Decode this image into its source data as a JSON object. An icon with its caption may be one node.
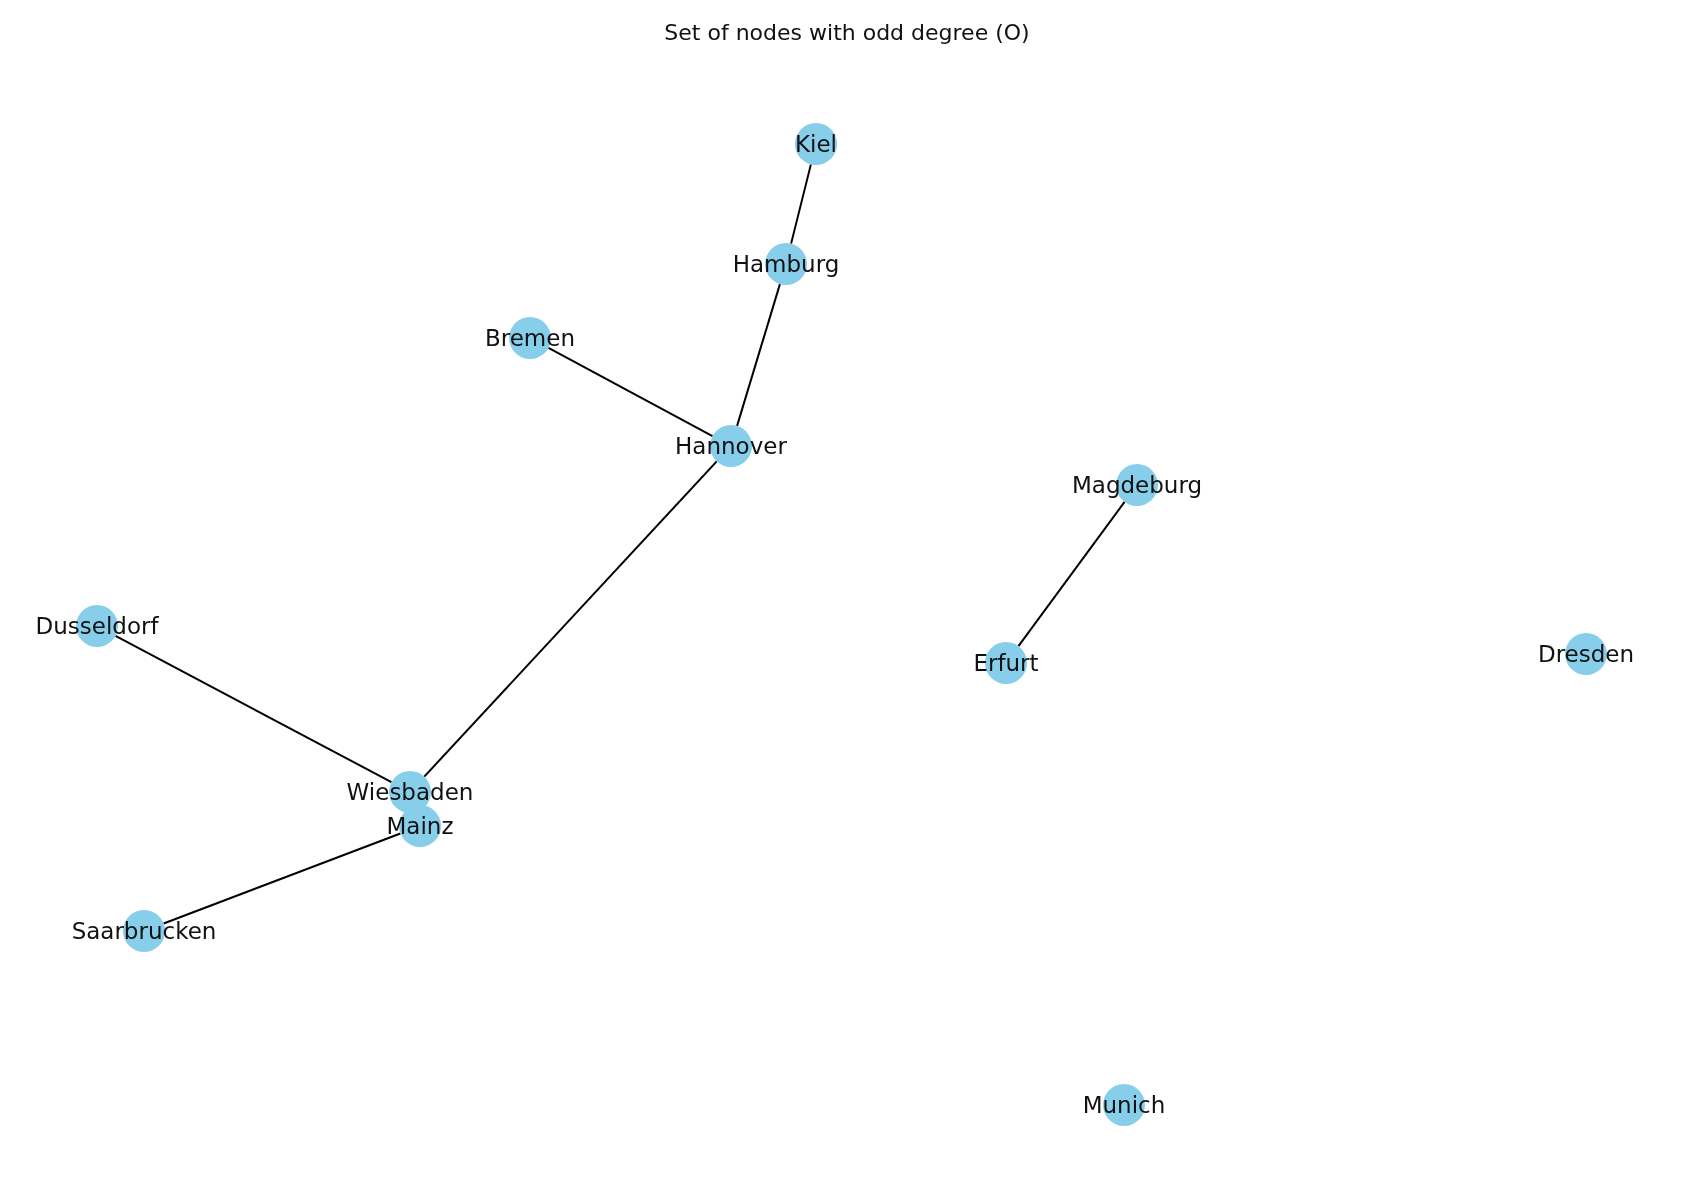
{
  "diagram": {
    "title": "Set of nodes with odd degree (O)",
    "nodes": [
      {
        "text": [
          "Kiel"
        ]
      },
      {
        "text": [
          "Hamburg"
        ]
      },
      {
        "text": [
          "Bremen"
        ]
      },
      {
        "text": [
          "Hannover"
        ]
      },
      {
        "text": [
          "Magdeburg"
        ]
      },
      {
        "text": [
          "Dusseldorf"
        ]
      },
      {
        "text": [
          "Erfurt"
        ]
      },
      {
        "text": [
          "Dresden"
        ]
      },
      {
        "text": [
          "Wiesbaden"
        ]
      },
      {
        "text": [
          "Mainz"
        ]
      },
      {
        "text": [
          "Saarbrucken"
        ]
      },
      {
        "text": [
          "Munich"
        ]
      }
    ],
    "edges": [
      {
        "from": 0,
        "to": 1,
        "arrow": "none"
      },
      {
        "from": 1,
        "to": 3,
        "arrow": "none"
      },
      {
        "from": 2,
        "to": 3,
        "arrow": "none"
      },
      {
        "from": 3,
        "to": 8,
        "arrow": "none"
      },
      {
        "from": 5,
        "to": 8,
        "arrow": "none"
      },
      {
        "from": 10,
        "to": 9,
        "arrow": "none"
      },
      {
        "from": 4,
        "to": 6,
        "arrow": "none"
      }
    ]
  }
}
